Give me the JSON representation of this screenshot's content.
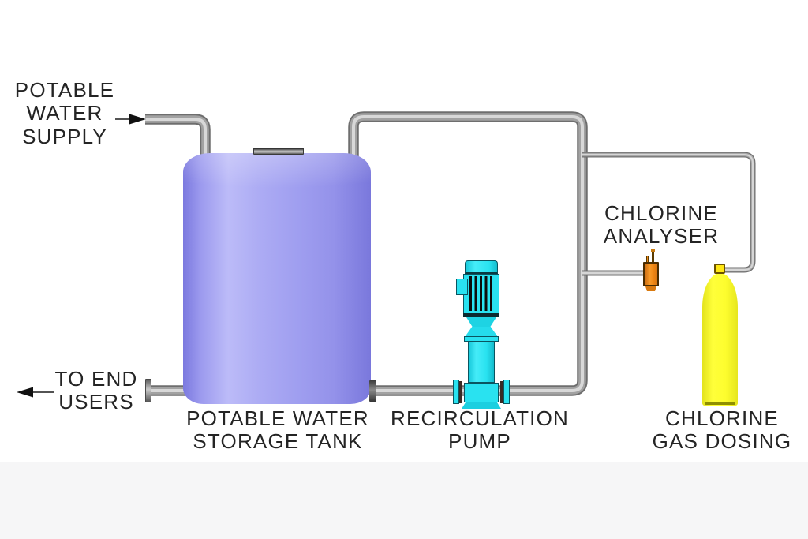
{
  "diagram": {
    "type": "process-flow-diagram",
    "subject": "Potable water storage with recirculation and chlorine gas dosing"
  },
  "labels": {
    "supply": "POTABLE\nWATER\nSUPPLY",
    "to_end_users": "TO END\nUSERS",
    "tank": "POTABLE WATER\nSTORAGE TANK",
    "pump": "RECIRCULATION\nPUMP",
    "analyser": "CHLORINE\nANALYSER",
    "gas_dosing": "CHLORINE\nGAS DOSING"
  },
  "flow_arrows": [
    {
      "name": "supply-flow-arrow",
      "direction": "right",
      "meaning": "potable water supply into system"
    },
    {
      "name": "end-users-flow-arrow",
      "direction": "left",
      "meaning": "water out to end users"
    }
  ],
  "colors": {
    "tank": "#9b99ee",
    "pump": "#29e2f0",
    "analyser": "#ef8613",
    "gas_cylinder": "#fdfd2e",
    "valve": "#ffe713",
    "pipe": "#a2a2a2",
    "text": "#242424",
    "background": "#ffffff"
  }
}
